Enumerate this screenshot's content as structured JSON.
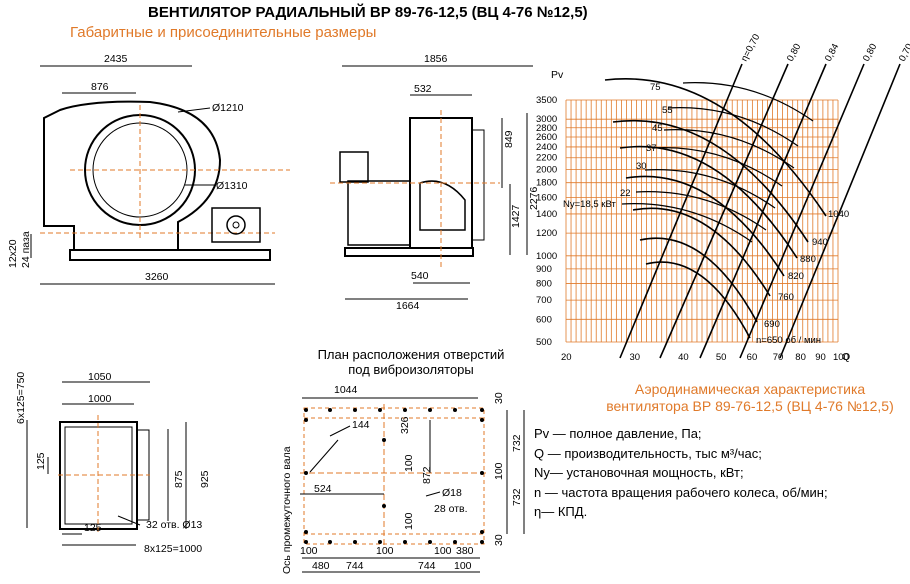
{
  "title": "ВЕНТИЛЯТОР РАДИАЛЬНЫЙ ВР 89-76-12,5 (ВЦ 4-76 №12,5)",
  "subtitle": "Габаритные и присоединительные размеры",
  "side_view": {
    "dims": [
      "2435",
      "876",
      "Ø1210",
      "Ø1310",
      "3260",
      "12x20",
      "24 паза"
    ]
  },
  "front_view": {
    "dims": [
      "1856",
      "532",
      "849",
      "2276",
      "1427",
      "540",
      "1664"
    ]
  },
  "flange_view": {
    "dims": [
      "6x125=750",
      "1050",
      "1000",
      "125",
      "875",
      "925",
      "125",
      "32 отв. Ø13",
      "8x125=1000"
    ]
  },
  "plan": {
    "title_line1": "План расположения отверстий",
    "title_line2": "под виброизоляторы",
    "dims": [
      "1044",
      "30",
      "144",
      "326",
      "100",
      "872",
      "732",
      "524",
      "Ø18",
      "28 отв.",
      "100",
      "732",
      "30",
      "100",
      "100",
      "100",
      "100",
      "380",
      "480",
      "744",
      "744",
      "100"
    ],
    "axis_label": "Ось промежуточного вала"
  },
  "chart_data": {
    "type": "line",
    "ylabel": "Pv",
    "xlabel": "Q",
    "y_ticks": [
      500,
      600,
      700,
      800,
      900,
      1000,
      1200,
      1400,
      1600,
      1800,
      2000,
      2200,
      2400,
      2600,
      2800,
      3000,
      3500
    ],
    "x_ticks": [
      20,
      30,
      40,
      50,
      60,
      70,
      80,
      90,
      100
    ],
    "eta_lines": [
      "η=0,70",
      "0,80",
      "0,84",
      "0,80",
      "0,70"
    ],
    "speeds": [
      "1040",
      "940",
      "880",
      "820",
      "760",
      "690",
      "n=650  об / мин"
    ],
    "powers": [
      "75",
      "55",
      "45",
      "37",
      "30",
      "22",
      "Ny=18,5  кВт"
    ]
  },
  "performance_caption": {
    "line1": "Аэродинамическая характеристика",
    "line2": "вентилятора  ВР 89-76-12,5 (ВЦ 4-76 №12,5)"
  },
  "legend": [
    "Pv — полное давление, Па;",
    "Q  — производительность, тыс м³/час;",
    "Ny— установочная мощность, кВт;",
    "n — частота вращения рабочего колеса,  об/мин;",
    "η— КПД."
  ],
  "colors": {
    "accent": "#e07a2a",
    "line": "#000000",
    "grid": "#e07a2a"
  }
}
